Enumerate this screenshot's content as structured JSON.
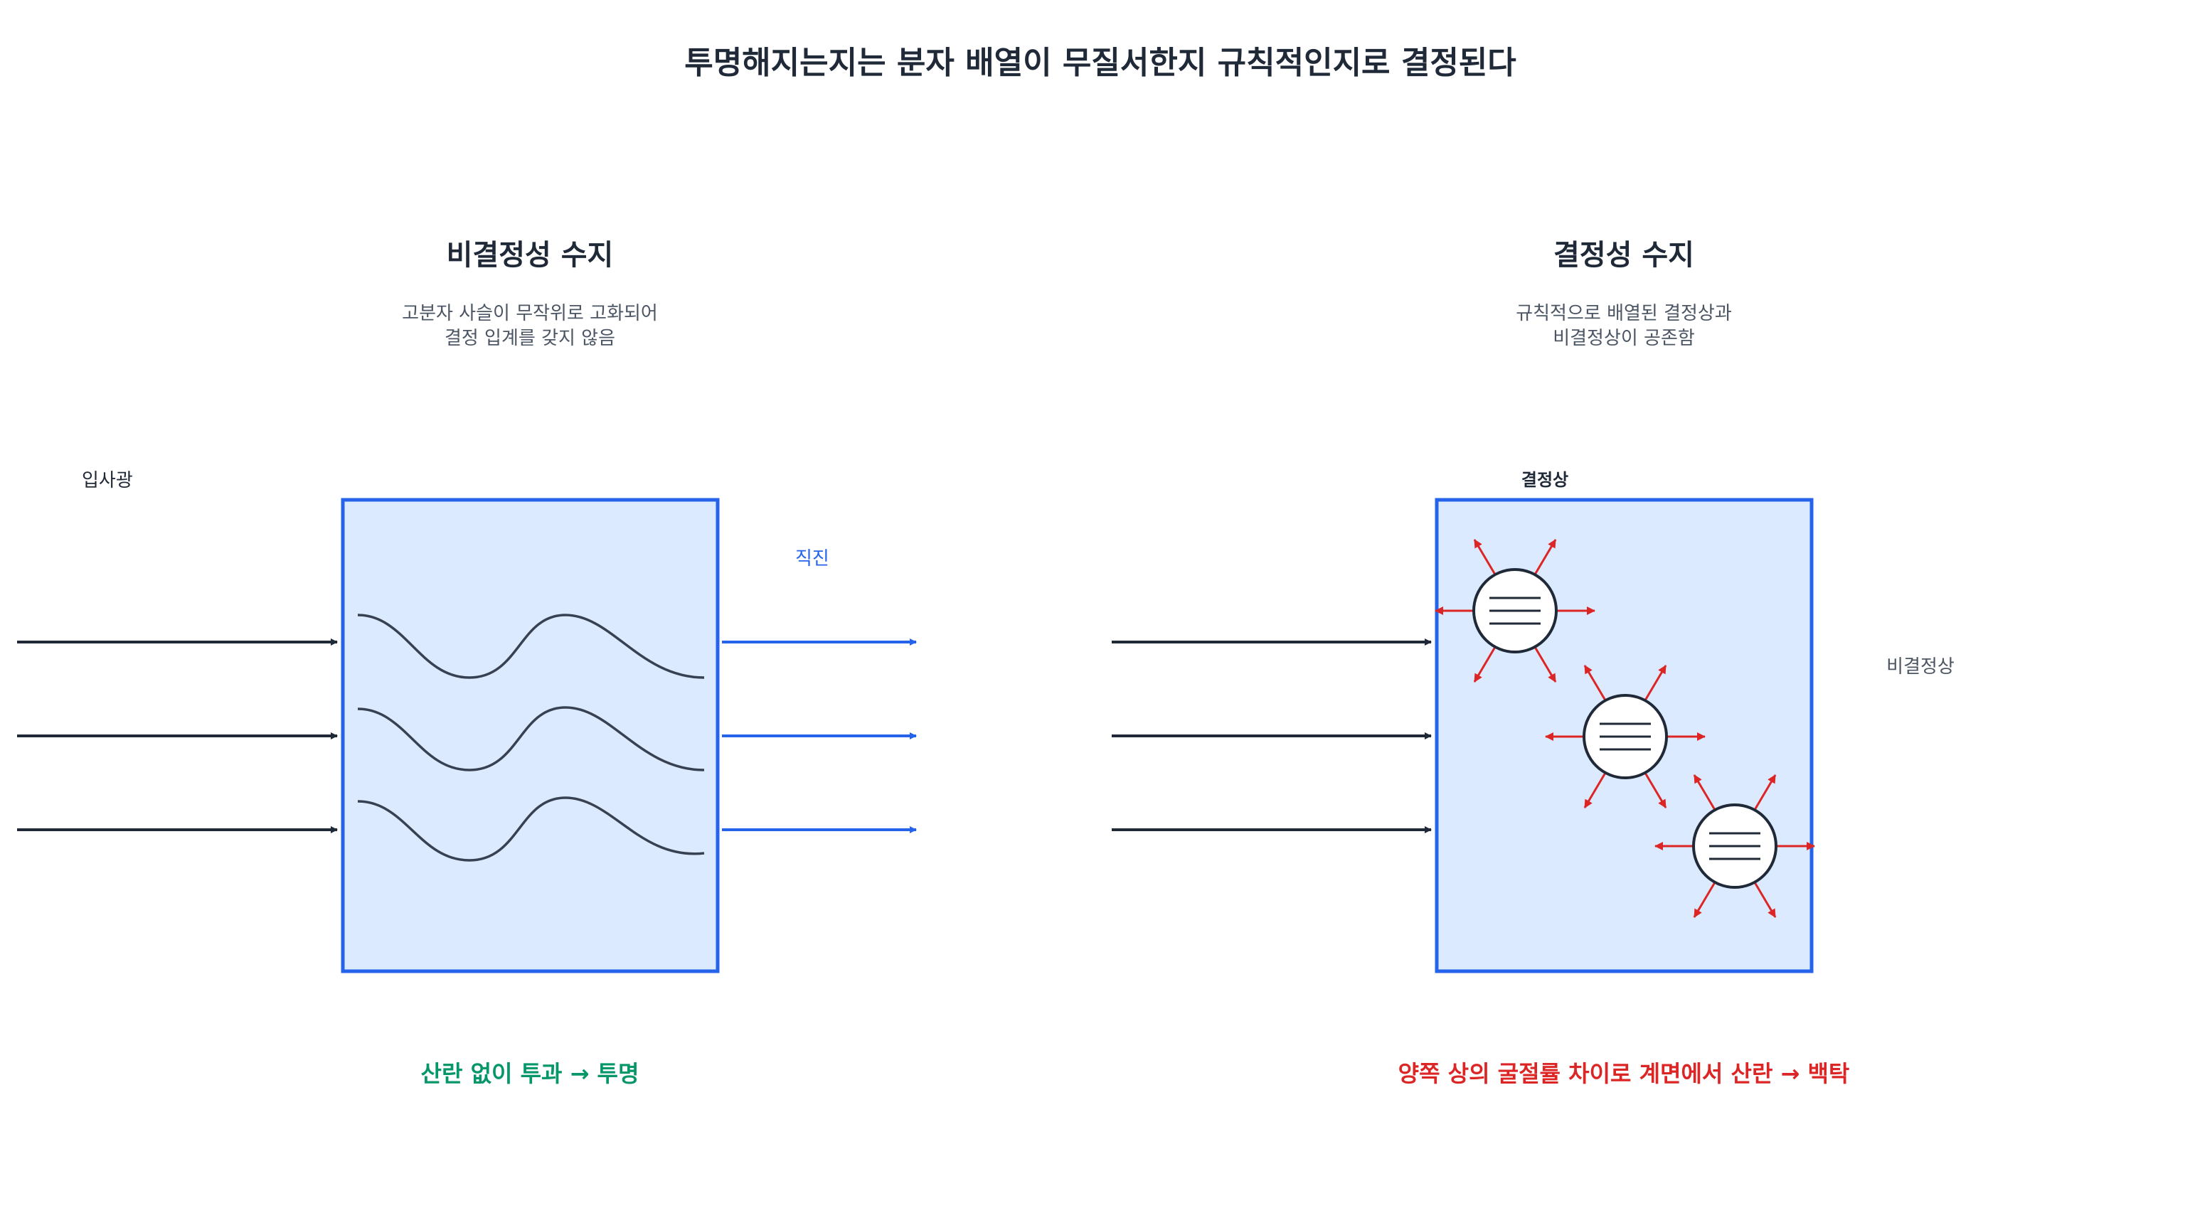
{
  "title": "투명해지는지는 분자 배열이 무질서한지 규칙적인지로 결정된다",
  "colors": {
    "box_fill": "#dbeafe",
    "box_stroke": "#2563eb",
    "incident_arrow": "#1f2937",
    "transmitted_arrow": "#2563eb",
    "scatter_arrow": "#dc2626",
    "chain": "#374151",
    "transparent_caption": "#059669",
    "opaque_caption": "#dc2626"
  },
  "left_panel": {
    "title": "비결정성 수지",
    "desc_line1": "고분자 사슬이 무작위로 고화되어",
    "desc_line2": "결정 입계를 갖지 않음",
    "incident_label": "입사광",
    "straight_label": "직진",
    "caption": "산란 없이 투과 → 투명",
    "chain_icons": [
      "wavy-chain",
      "wavy-chain",
      "wavy-chain"
    ]
  },
  "right_panel": {
    "title": "결정성 수지",
    "desc_line1": "규칙적으로 배열된 결정상과",
    "desc_line2": "비결정상이 공존함",
    "crystal_label": "결정상",
    "amorphous_label": "비결정상",
    "caption": "양쪽 상의 굴절률 차이로 계면에서 산란 → 백탁",
    "crystal_icons": [
      "crystal-circle",
      "crystal-circle",
      "crystal-circle"
    ]
  }
}
